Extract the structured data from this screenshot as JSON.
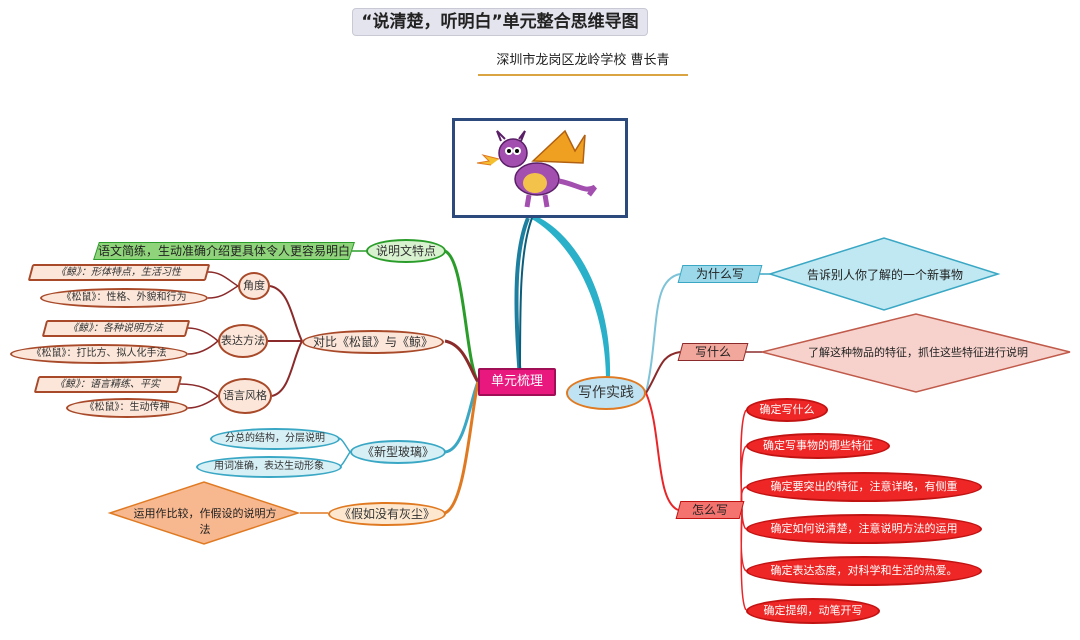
{
  "title": "“说清楚，听明白”单元整合思维导图",
  "author": "深圳市龙岗区龙岭学校  曹长青",
  "image": {
    "icon": "purple-dragon"
  },
  "center": "单元梳理",
  "left": {
    "branch1": {
      "label": "说明文特点",
      "note": "语文简练，生动准确介绍更具体令人更容易明白"
    },
    "branch2": {
      "label": "对比《松鼠》与《鲸》",
      "groups": [
        {
          "label": "角度",
          "items": [
            "《鲸》：形体特点，生活习性",
            "《松鼠》：性格、外貌和行为"
          ]
        },
        {
          "label": "表达方法",
          "items": [
            "《鲸》：各种说明方法",
            "《松鼠》：打比方、拟人化手法"
          ]
        },
        {
          "label": "语言风格",
          "items": [
            "《鲸》：语言精练、平实",
            "《松鼠》：生动传神"
          ]
        }
      ]
    },
    "branch3": {
      "label": "《新型玻璃》",
      "items": [
        "分总的结构，分层说明",
        "用词准确，表达生动形象"
      ]
    },
    "branch4": {
      "label": "《假如没有灰尘》",
      "note": "运用作比较，作假设的说明方法"
    }
  },
  "right": {
    "label": "写作实践",
    "why": {
      "label": "为什么写",
      "text": "告诉别人你了解的一个新事物"
    },
    "what": {
      "label": "写什么",
      "text": "了解这种物品的特征，抓住这些特征进行说明"
    },
    "how": {
      "label": "怎么写",
      "steps": [
        "确定写什么",
        "确定写事物的哪些特征",
        "确定要突出的特征，注意详略，有侧重",
        "确定如何说清楚，注意说明方法的运用",
        "确定表达态度，对科学和生活的热爱。",
        "确定提纲，动笔开写"
      ]
    }
  },
  "colors": {
    "green": "#2a9c2a",
    "brown": "#8b2a2a",
    "teal": "#3aa7c4",
    "orange": "#e07a22",
    "red": "#e8262a",
    "magenta": "#e8187e"
  }
}
